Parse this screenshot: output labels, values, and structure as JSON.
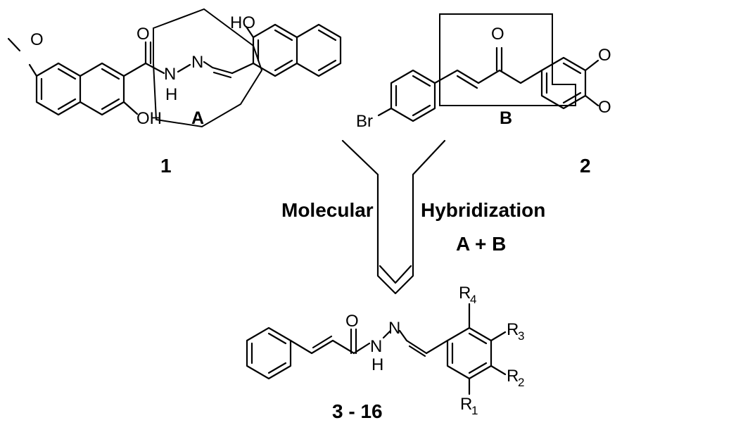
{
  "compounds": {
    "c1": {
      "label": "1",
      "fragment_label": "A",
      "atoms": {
        "o_carbonyl": "O",
        "hydroxy_top": "HO",
        "n1": "N",
        "n1_h": "H",
        "n2": "N",
        "hydroxy_bottom": "OH",
        "o_methoxy": "O"
      }
    },
    "c2": {
      "label": "2",
      "fragment_label": "B",
      "atoms": {
        "br": "Br",
        "o_carbonyl": "O",
        "o_ring_1": "O",
        "o_ring_2": "O"
      }
    },
    "product": {
      "label": "3 - 16",
      "atoms": {
        "o": "O",
        "n1": "N",
        "n1_h": "H",
        "n2": "N",
        "r4": "R",
        "r4_sub": "4",
        "r3": "R",
        "r3_sub": "3",
        "r2": "R",
        "r2_sub": "2",
        "r1": "R",
        "r1_sub": "1"
      }
    }
  },
  "arrow": {
    "left_text": "Molecular",
    "right_text": "Hybridization",
    "combination": "A + B"
  }
}
